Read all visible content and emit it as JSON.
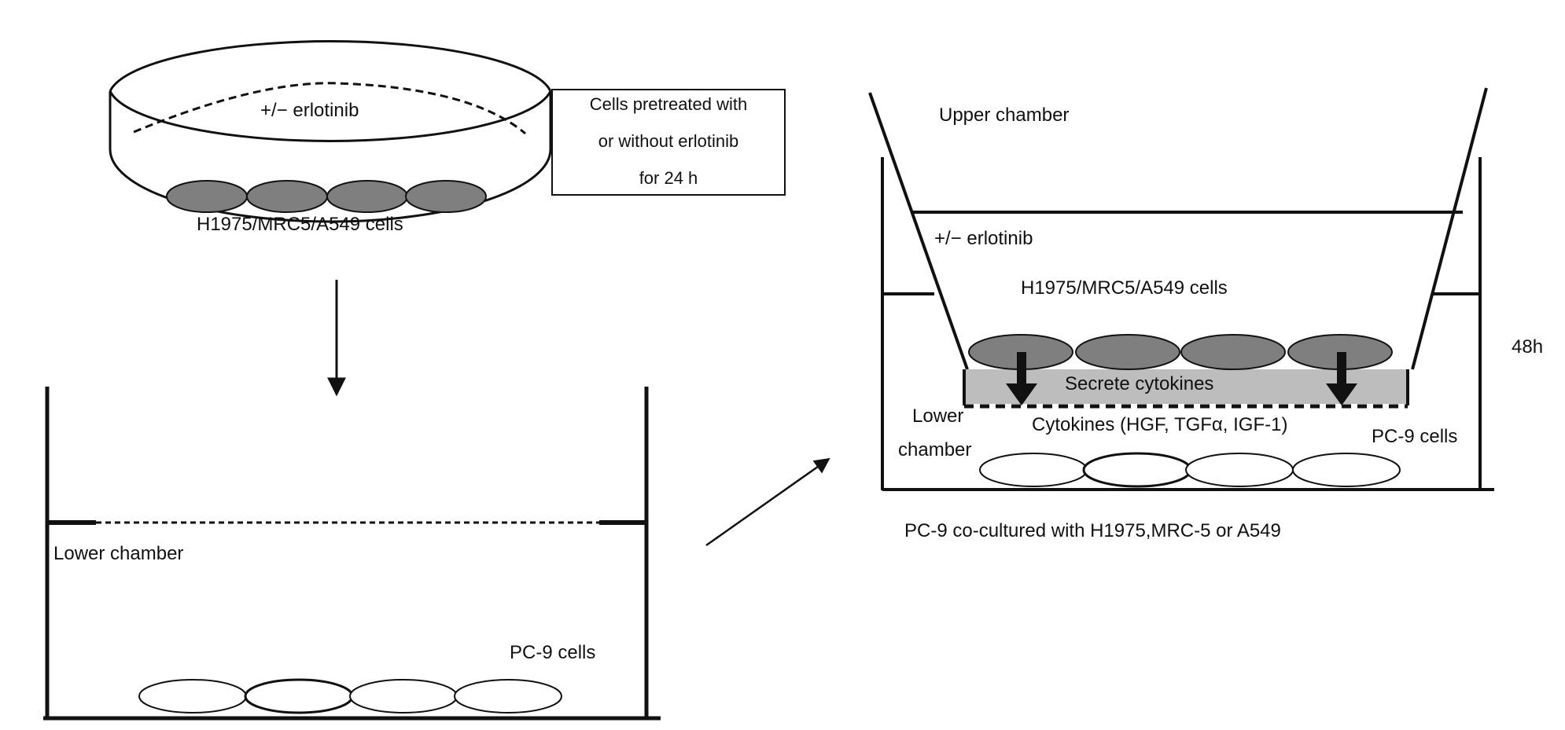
{
  "dish": {
    "treatment_label": "+/− erlotinib",
    "cells_label": "H1975/MRC5/A549 cells",
    "note_lines": [
      "Cells pretreated with",
      "or without erlotinib",
      "for 24 h"
    ]
  },
  "transwell_lower": {
    "chamber_label": "Lower chamber",
    "cells_label": "PC-9 cells"
  },
  "coculture": {
    "upper_chamber_label": "Upper chamber",
    "treatment_label": "+/− erlotinib",
    "upper_cells_label": "H1975/MRC5/A549 cells",
    "secrete_label": "Secrete cytokines",
    "lower_chamber_label_line1": "Lower",
    "lower_chamber_label_line2": "chamber",
    "cytokines_label": "Cytokines (HGF, TGFα, IGF-1)",
    "lower_cells_label": "PC-9 cells",
    "time_label": "48h",
    "caption": "PC-9 co-cultured with H1975,MRC-5 or A549"
  },
  "colors": {
    "line": "#111111",
    "cell_fill": "#7f7f7f",
    "membrane_fill": "#bdbdbd",
    "empty_cell_fill": "#ffffff"
  }
}
